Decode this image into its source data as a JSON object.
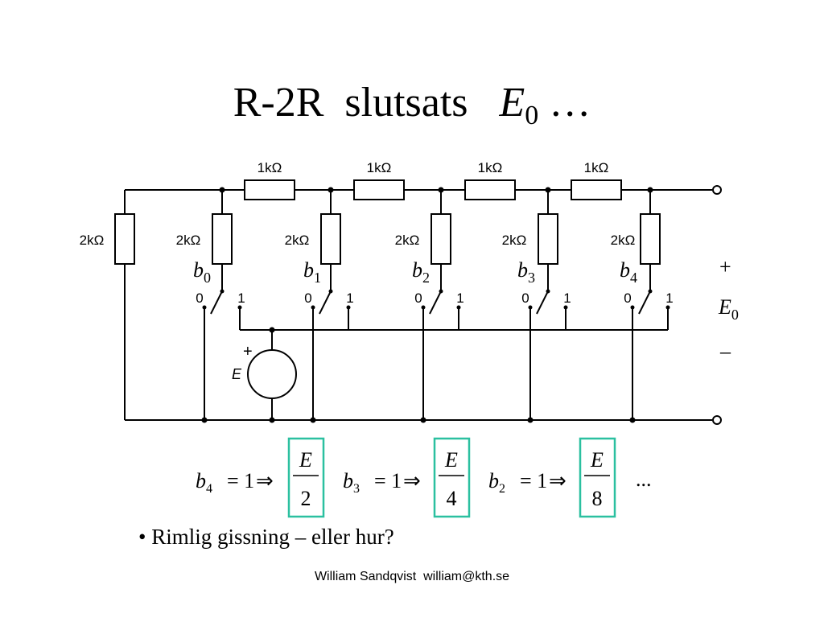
{
  "slide": {
    "title_text": "R-2R  slutsats",
    "title_var": "E",
    "title_sub": "0",
    "title_suffix": " …"
  },
  "circuit": {
    "series_resistor_label": "1kΩ",
    "shunt_resistor_label": "2kΩ",
    "switch_pos_0": "0",
    "switch_pos_1": "1",
    "bits": [
      {
        "var": "b",
        "sub": "0"
      },
      {
        "var": "b",
        "sub": "1"
      },
      {
        "var": "b",
        "sub": "2"
      },
      {
        "var": "b",
        "sub": "3"
      },
      {
        "var": "b",
        "sub": "4"
      }
    ],
    "source_label": "E",
    "source_plus": "+",
    "output_plus": "+",
    "output_var": "E",
    "output_sub": "0",
    "output_minus": "–"
  },
  "equations": [
    {
      "var": "b",
      "sub": "4",
      "eq": "= 1",
      "implies": "⇒",
      "num": "E",
      "den": "2"
    },
    {
      "var": "b",
      "sub": "3",
      "eq": "= 1",
      "implies": "⇒",
      "num": "E",
      "den": "4"
    },
    {
      "var": "b",
      "sub": "2",
      "eq": "= 1",
      "implies": "⇒",
      "num": "E",
      "den": "8"
    }
  ],
  "equations_ellipsis": "...",
  "box_color": "#2bc0a0",
  "bullet": {
    "symbol": "•",
    "text": " Rimlig gissning – eller hur?"
  },
  "footer": {
    "author": "William Sandqvist",
    "email": "william@kth.se"
  }
}
